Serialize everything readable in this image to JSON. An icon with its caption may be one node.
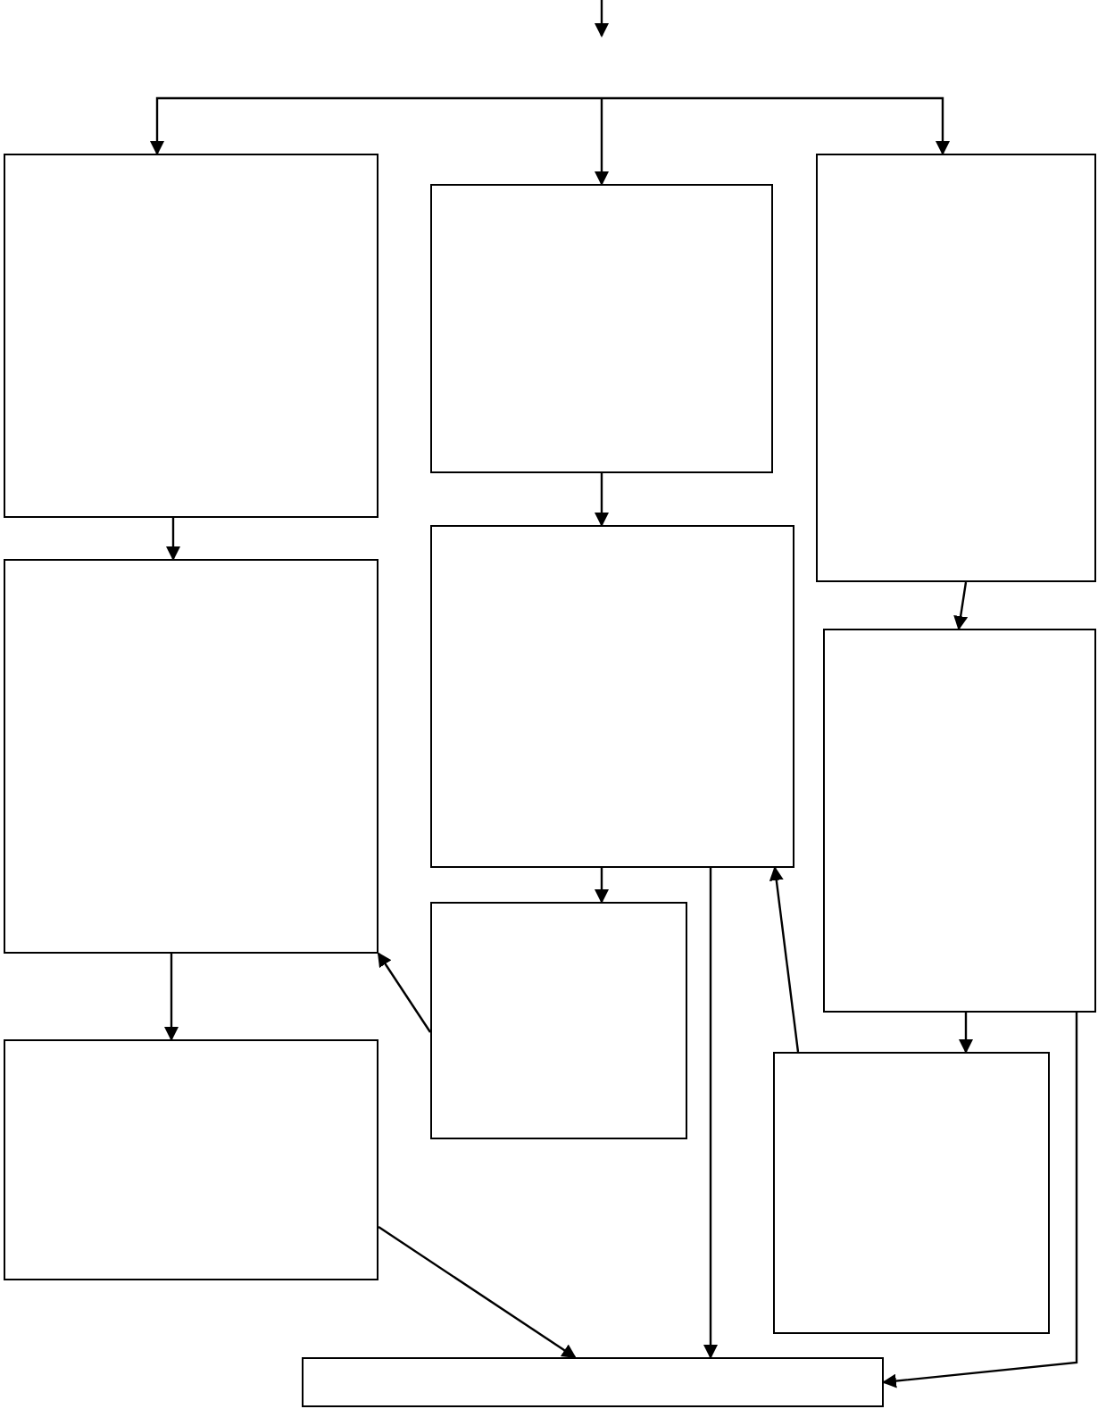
{
  "diagram": {
    "nodes": [
      {
        "text": [],
        "shape": "box"
      },
      {
        "text": [],
        "shape": "box"
      },
      {
        "text": [],
        "shape": "box"
      },
      {
        "text": [],
        "shape": "box"
      },
      {
        "text": [],
        "shape": "box"
      },
      {
        "text": [],
        "shape": "box"
      },
      {
        "text": [],
        "shape": "box"
      },
      {
        "text": [],
        "shape": "box"
      },
      {
        "text": [],
        "shape": "box"
      },
      {
        "text": [],
        "shape": "box"
      }
    ],
    "edges": [
      {
        "from": null,
        "to": 0,
        "arrow": "to"
      },
      {
        "from": null,
        "to": 1,
        "arrow": "to"
      },
      {
        "from": null,
        "to": 2,
        "arrow": "to"
      },
      {
        "from": 0,
        "to": 3,
        "arrow": "to"
      },
      {
        "from": 3,
        "to": 7,
        "arrow": "to"
      },
      {
        "from": 1,
        "to": 4,
        "arrow": "to"
      },
      {
        "from": 4,
        "to": 6,
        "arrow": "to"
      },
      {
        "from": 2,
        "to": 5,
        "arrow": "to"
      },
      {
        "from": 5,
        "to": 8,
        "arrow": "to"
      },
      {
        "from": 6,
        "to": 3,
        "arrow": "to"
      },
      {
        "from": 8,
        "to": 4,
        "arrow": "to"
      },
      {
        "from": 7,
        "to": 9,
        "arrow": "to"
      },
      {
        "from": 4,
        "to": 9,
        "arrow": "to"
      },
      {
        "from": 5,
        "to": 9,
        "arrow": "to"
      }
    ]
  }
}
